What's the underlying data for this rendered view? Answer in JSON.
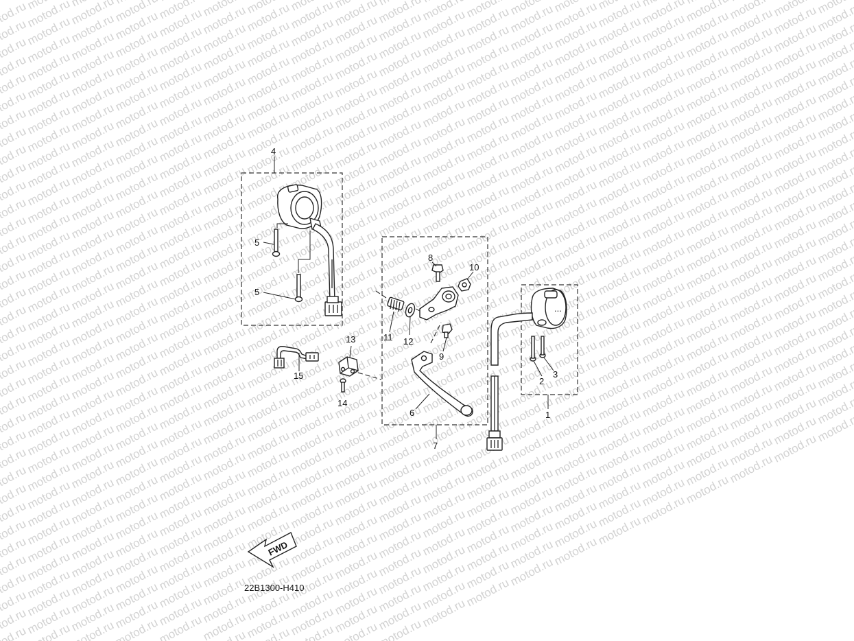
{
  "watermark": {
    "text": "motod.ru"
  },
  "diagram_code": "22B1300-H410",
  "fwd_arrow": {
    "label": "FWD"
  },
  "callouts": [
    "1",
    "2",
    "3",
    "4",
    "5",
    "5",
    "6",
    "7",
    "8",
    "9",
    "10",
    "11",
    "12",
    "13",
    "14",
    "15"
  ],
  "colors": {
    "line": "#222222",
    "watermark": "#d2d2d2",
    "background": "#ffffff"
  }
}
